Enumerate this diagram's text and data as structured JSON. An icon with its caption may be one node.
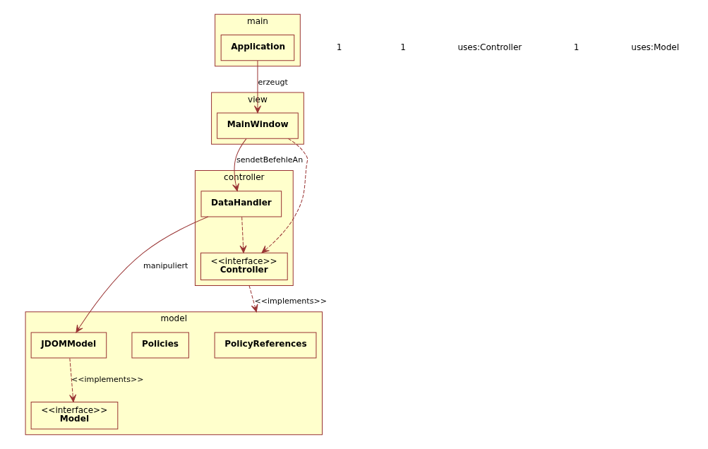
{
  "diagram": {
    "nodes": [
      {
        "text": [
          "main"
        ]
      },
      {
        "text": [
          "Application"
        ],
        "in": 0
      },
      {
        "text": [
          "view"
        ]
      },
      {
        "text": [
          "MainWindow"
        ],
        "in": 2
      },
      {
        "text": [
          "controller"
        ]
      },
      {
        "text": [
          "<<interface>>",
          "Controller"
        ],
        "in": 4
      },
      {
        "text": [
          "DataHandler"
        ],
        "in": 4
      },
      {
        "text": [
          "model"
        ]
      },
      {
        "text": [
          "PolicyReferences"
        ],
        "in": 7
      },
      {
        "text": [
          "Policies"
        ],
        "in": 7
      },
      {
        "text": [
          "<<interface>>",
          "Model"
        ],
        "in": 7
      },
      {
        "text": [
          "JDOMModel"
        ],
        "in": 7
      }
    ],
    "edges": [
      {
        "from": 1,
        "to": 3,
        "arrow": "to",
        "label": "erzeugt"
      },
      {
        "from": 3,
        "to": 5,
        "arrow": "to",
        "style": "dashed"
      },
      {
        "from": 3,
        "to": 6,
        "arrow": "to",
        "label": "sendetBefehleAn"
      },
      {
        "from": 6,
        "to": 5,
        "arrow": "to",
        "style": "dashed"
      },
      {
        "from": 4,
        "to": 7,
        "arrow": "to",
        "style": "dashed",
        "label": "<<implements>>"
      },
      {
        "from": 11,
        "to": 10,
        "arrow": "to",
        "style": "dashed",
        "label": "<<implements>>"
      },
      {
        "from": 6,
        "to": 11,
        "arrow": "to",
        "label": "manipuliert"
      }
    ],
    "labels": [
      "1",
      "1",
      "uses:Controller",
      "1",
      "uses:Model"
    ]
  }
}
